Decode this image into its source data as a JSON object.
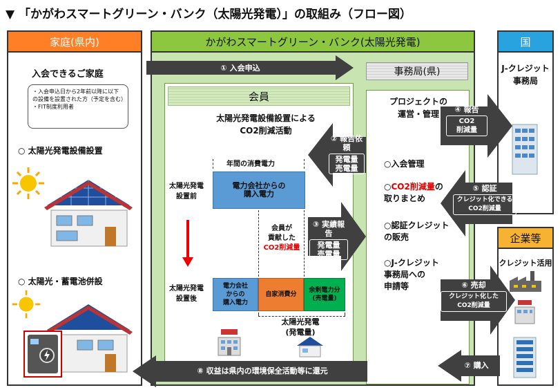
{
  "title": "▼ 「かがわスマートグリーン・バンク（太陽光発電）」の取組み（フロー図）",
  "household": {
    "header": "家庭(県内)",
    "subtitle": "入会できるご家庭",
    "conditions": [
      "・入会申込日から2年前以降に以下の設備を設置された方（予定を含む）",
      "・FIT制度利用者"
    ],
    "solar_label": "○ 太陽光発電設備設置",
    "battery_label": "○ 太陽光・蓄電池併設"
  },
  "bank": {
    "header": "かがわスマートグリーン・バンク(太陽光発電)",
    "member_header": "会員",
    "activity_title": "太陽光発電設備設置による\nCO2削減活動",
    "annual_consumption": "年間の消費電力",
    "before_label": "太陽光発電\n設置前",
    "after_label": "太陽光発電\n設置後",
    "purchase_box": "電力会社からの\n購入電力",
    "purchase_box_small": "電力会社\nからの\n購入電力",
    "self_consumption": "自家消費分",
    "surplus": "余剰電力分\n(売電量)",
    "contribution_a": "会員が\n貢献した",
    "contribution_b": "CO2削減量",
    "generation_label": "太陽光発電\n(発電量)",
    "office_header": "事務局(県)",
    "project_title": "プロジェクトの\n運営・管理",
    "project_items": {
      "i1": "○入会管理",
      "i2a": "○",
      "i2b": "CO2削減量",
      "i2c": "の\n取りまとめ",
      "i3": "○認証クレジット\nの販売",
      "i4": "○J-クレジット\n事務局への\n申請等"
    }
  },
  "country": {
    "header": "国",
    "title": "J-クレジット\n事務局"
  },
  "company": {
    "header": "企業等",
    "title": "クレジット活用"
  },
  "arrows": {
    "a1": "① 入会申込",
    "a2": "② 報告依頼",
    "a2_chip": "発電量\n売電量",
    "a3": "③ 実績報告",
    "a3_chip": "発電量\n売電量",
    "a4": "④ 報告",
    "a4_chip": "CO2\n削減量",
    "a5": "⑤ 認証",
    "a5_chip": "クレジット化できる\nCO2削減量",
    "a6": "⑥ 売却",
    "a6_chip": "クレジット化した\nCO2削減量",
    "a7": "⑦ 購入",
    "a8": "⑧ 収益は県内の環境保全活動等に還元"
  },
  "colors": {
    "household": "#ff7f27",
    "bank": "#8dc63f",
    "country": "#29a3e0",
    "company": "#f6b233",
    "arrow": "#404040",
    "highlight": "#e00000",
    "purchase": "#5b9bd5",
    "self": "#ed7d31",
    "surplus": "#00b050"
  },
  "icons": [
    "sun-icon",
    "house-solar-icon",
    "battery-icon",
    "building-icon",
    "factory-icon",
    "power-plant-icon"
  ]
}
